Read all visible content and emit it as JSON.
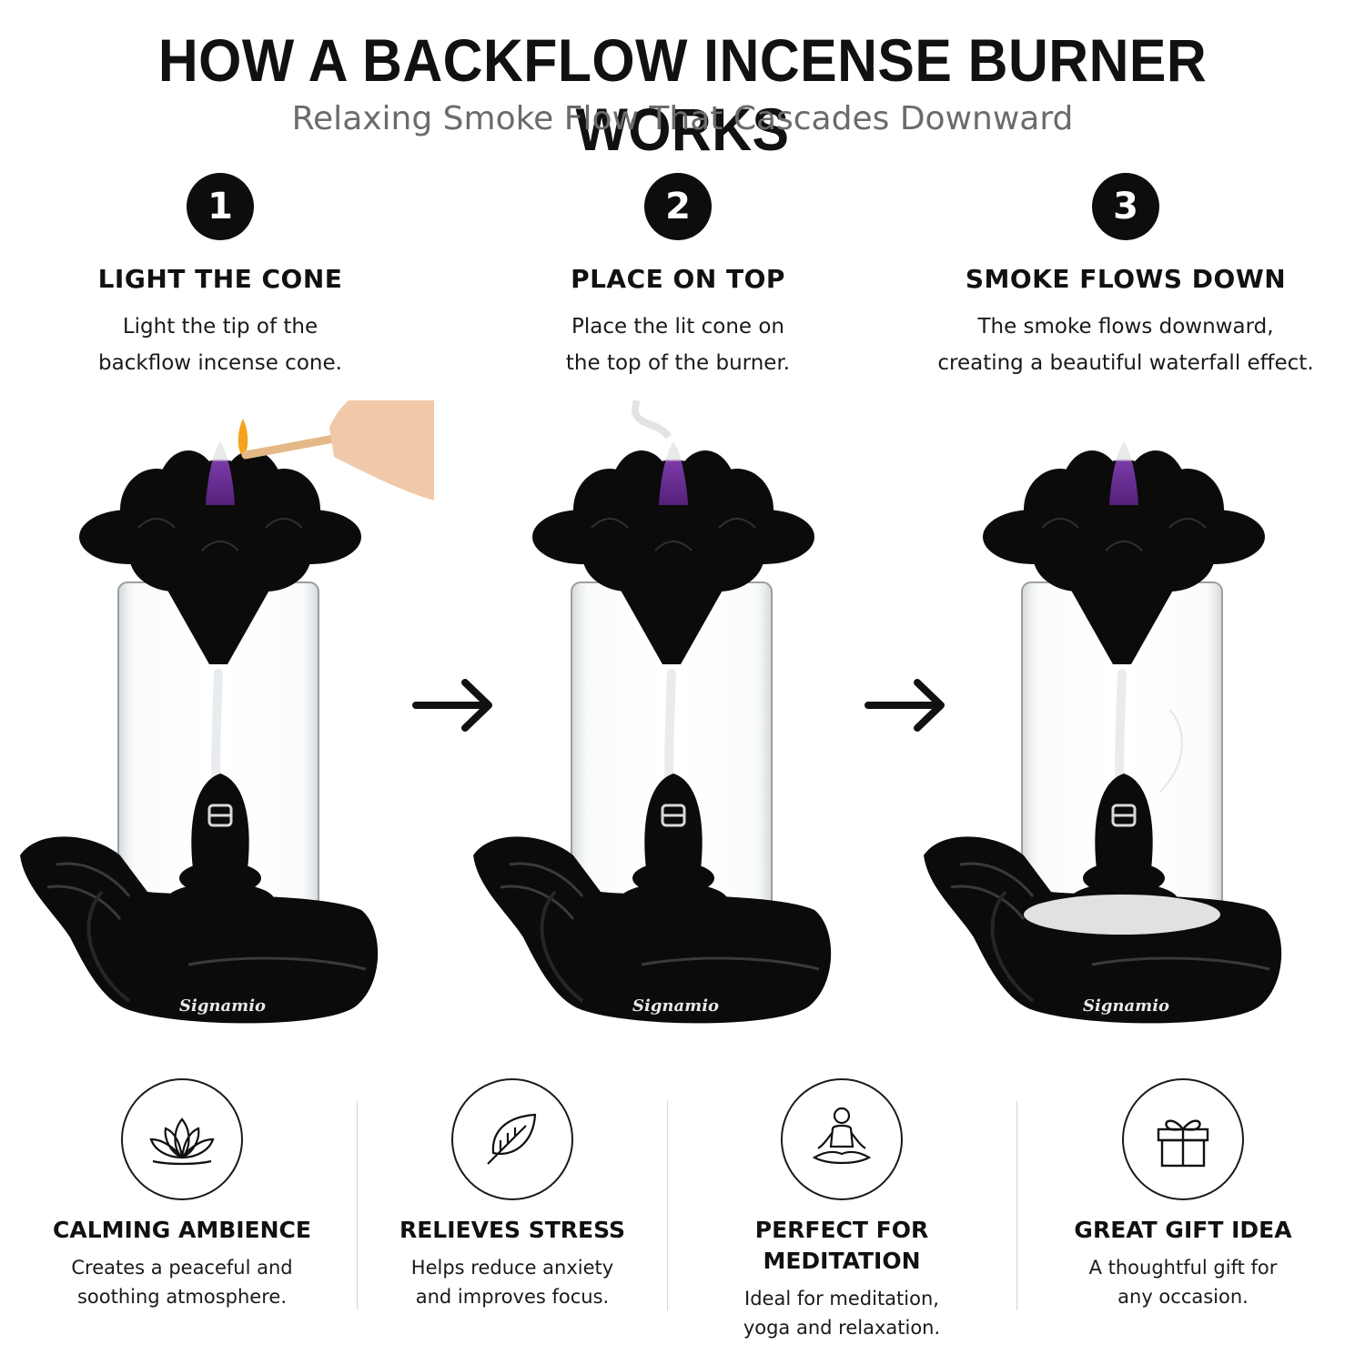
{
  "header": {
    "title": "HOW A BACKFLOW INCENSE BURNER WORKS",
    "subtitle": "Relaxing Smoke Flow That Cascades Downward"
  },
  "steps": [
    {
      "number": "1",
      "title": "LIGHT THE CONE",
      "desc_line1": "Light the tip of the",
      "desc_line2": "backflow incense cone."
    },
    {
      "number": "2",
      "title": "PLACE ON TOP",
      "desc_line1": "Place the lit cone on",
      "desc_line2": "the top of the burner."
    },
    {
      "number": "3",
      "title": "SMOKE FLOWS DOWN",
      "desc_line1": "The smoke flows downward,",
      "desc_line2": "creating a beautiful waterfall effect."
    }
  ],
  "brand": "Signamio",
  "features": [
    {
      "icon": "lotus-icon",
      "title_line1": "CALMING AMBIENCE",
      "title_line2": "",
      "desc_line1": "Creates a peaceful and",
      "desc_line2": "soothing atmosphere."
    },
    {
      "icon": "leaf-icon",
      "title_line1": "RELIEVES STRESS",
      "title_line2": "",
      "desc_line1": "Helps reduce anxiety",
      "desc_line2": "and improves focus."
    },
    {
      "icon": "meditation-icon",
      "title_line1": "PERFECT FOR",
      "title_line2": "MEDITATION",
      "desc_line1": "Ideal for meditation,",
      "desc_line2": "yoga and relaxation."
    },
    {
      "icon": "gift-icon",
      "title_line1": "GREAT GIFT IDEA",
      "title_line2": "",
      "desc_line1": "A thoughtful gift for",
      "desc_line2": "any occasion."
    }
  ],
  "colors": {
    "cone": "#6a2c91",
    "ceramic": "#0b0b0b",
    "accent": "#111111",
    "subtitle": "#6b6b6b"
  }
}
